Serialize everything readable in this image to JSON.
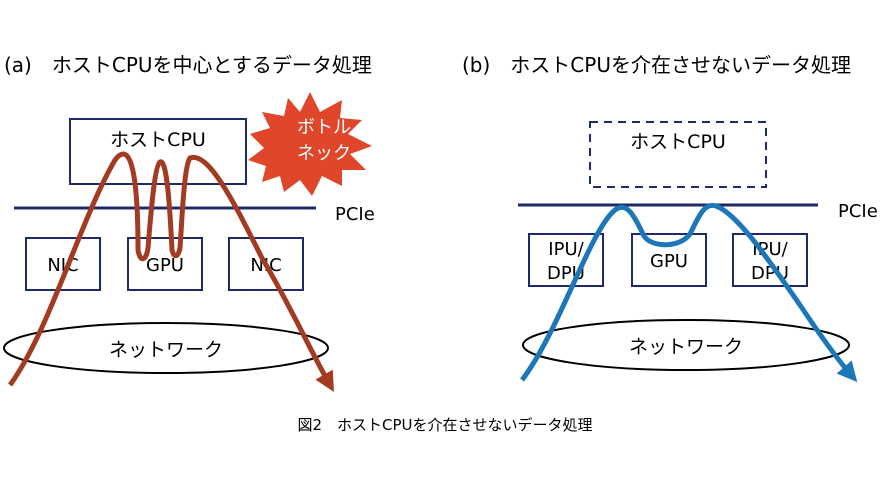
{
  "panel_a": {
    "title": "(a)　ホストCPUを中心とするデータ処理",
    "host": "ホストCPU",
    "bus": "PCIe",
    "devices": [
      "NIC",
      "GPU",
      "NIC"
    ],
    "network": "ネットワーク",
    "burst_line1": "ボトル",
    "burst_line2": "ネック"
  },
  "panel_b": {
    "title": "(b)　ホストCPUを介在させないデータ処理",
    "host": "ホストCPU",
    "bus": "PCIe",
    "device_1_line1": "IPU/",
    "device_1_line2": "DPU",
    "device_2": "GPU",
    "device_3_line1": "IPU/",
    "device_3_line2": "DPU",
    "network": "ネットワーク"
  },
  "caption": "図2　ホストCPUを介在させないデータ処理",
  "colors": {
    "box_border": "#1f2a6b",
    "bus": "#1f2a6b",
    "red_flow": "#a33a22",
    "blue_flow": "#1b77b8",
    "burst": "#e0472a"
  }
}
